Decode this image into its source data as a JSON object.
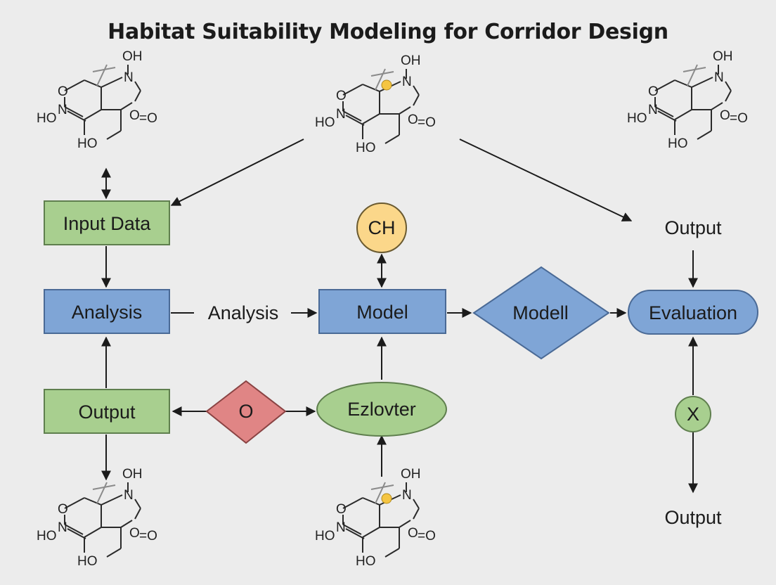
{
  "title": "Habitat Suitability Modeling for Corridor Design",
  "nodes": {
    "input_data": "Input Data",
    "analysis_box": "Analysis",
    "output_box": "Output",
    "analysis_label": "Analysis",
    "model_box": "Model",
    "ch_circle": "CH",
    "modell_diamond": "Modell",
    "evaluation": "Evaluation",
    "output_top_right": "Output",
    "output_bottom_right": "Output",
    "o_diamond": "O",
    "ezlovter": "Ezlovter",
    "x_circle": "X"
  },
  "molecule_labels": {
    "oh": "OH",
    "n": "N",
    "o_ring": "O",
    "hon": "HO",
    "n_left": "N",
    "oeq": "O",
    "eqo": "=O",
    "ho_bottom": "HO"
  },
  "colors": {
    "green_fill": "#a8cf8f",
    "green_stroke": "#5f7f4e",
    "blue_fill": "#7fa5d6",
    "blue_stroke": "#4a6a96",
    "yellow_fill": "#fbd78a",
    "red_fill": "#e08585",
    "ellipse_fill": "#a8cf8f"
  }
}
